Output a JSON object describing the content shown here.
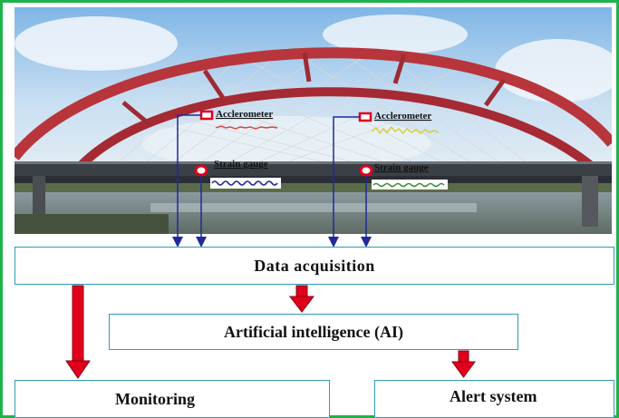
{
  "sensors": {
    "accelerometer_1": "Acclerometer",
    "accelerometer_2": "Acclerometer",
    "strain_gauge_1": "Strain gauge",
    "strain_gauge_2": "Strain gauge"
  },
  "boxes": {
    "data_acquisition": "Data  acquisition",
    "ai": "Artificial intelligence (AI)",
    "monitoring": "Monitoring",
    "alert": "Alert system"
  },
  "colors": {
    "frame": "#1db34a",
    "box_border": "#2f9bb8",
    "arrow_red": "#e0001b",
    "sensor_line": "#1f2a99",
    "sensor_marker": "#e0001b",
    "bridge_arch": "#b8353c"
  }
}
